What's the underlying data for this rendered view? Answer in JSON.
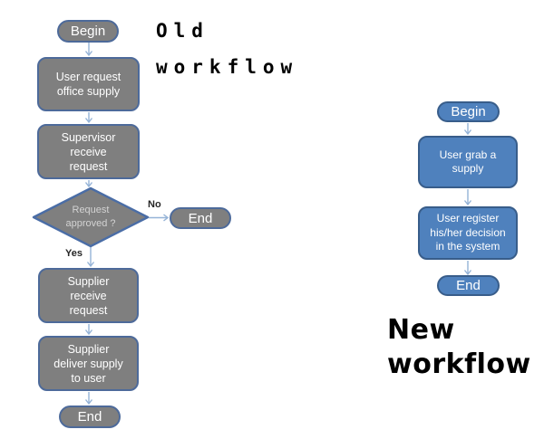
{
  "page": {
    "background": "#ffffff"
  },
  "old_workflow": {
    "title": "Old workflow",
    "title_line1": "Old",
    "title_line2": "workflow",
    "style": {
      "fill": "#7f7f7f",
      "border": "#4d6a9a",
      "text": "#ffffff",
      "decision_text": "#d3d3d3"
    },
    "nodes": {
      "begin": "Begin",
      "step1": "User request office supply",
      "step2": "Supervisor receive request",
      "decision": "Request approved ?",
      "branch_no": "No",
      "branch_yes": "Yes",
      "end_rejected": "End",
      "step3": "Supplier receive request",
      "step4": "Supplier deliver supply to user",
      "end": "End"
    }
  },
  "new_workflow": {
    "title": "New workflow",
    "title_line1": "New",
    "title_line2": "workflow",
    "style": {
      "fill": "#4f81bd",
      "border": "#385d8a",
      "text": "#ffffff"
    },
    "nodes": {
      "begin": "Begin",
      "step1": "User grab a supply",
      "step2": "User register his/her decision in the system",
      "end": "End"
    }
  },
  "arrows": {
    "color": "#95b3d7"
  }
}
